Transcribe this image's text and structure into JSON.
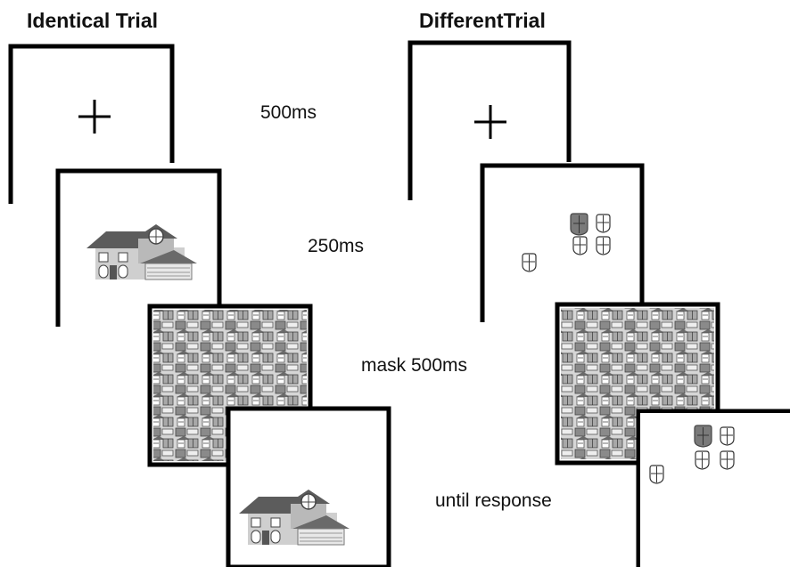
{
  "identical": {
    "title": "Identical Trial"
  },
  "different": {
    "title": "DifferentTrial"
  },
  "timings": {
    "fixation": "500ms",
    "study": "250ms",
    "mask": "mask 500ms",
    "test": "until response"
  },
  "frames": [
    {
      "name": "identical-fixation-frame",
      "content": "fixation"
    },
    {
      "name": "identical-study-frame",
      "content": "house"
    },
    {
      "name": "identical-mask-frame",
      "content": "mask"
    },
    {
      "name": "identical-test-frame",
      "content": "house"
    },
    {
      "name": "different-fixation-frame",
      "content": "fixation"
    },
    {
      "name": "different-study-frame",
      "content": "scrambled-parts"
    },
    {
      "name": "different-mask-frame",
      "content": "mask"
    },
    {
      "name": "different-test-frame",
      "content": "scrambled-parts"
    }
  ],
  "colors": {
    "frame": "#000000",
    "house_dark": "#5f5f5f",
    "house_light": "#bdbdbd",
    "mask_bg": "#d4d4d4"
  }
}
